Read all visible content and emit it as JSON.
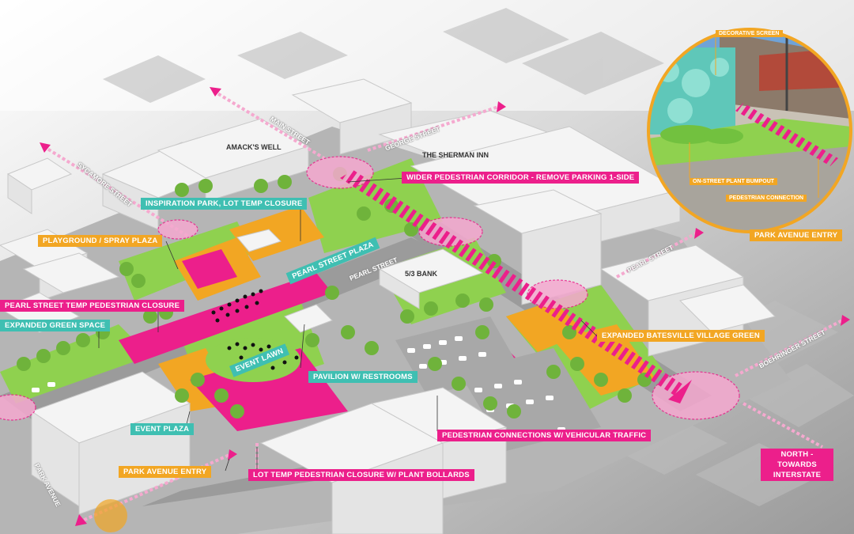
{
  "buildings": {
    "amacks_well": "AMACK'S WELL",
    "sherman_inn": "THE SHERMAN INN",
    "bank": "5/3 BANK"
  },
  "streets": {
    "main": "MAIN STREET",
    "george": "GEORGE STREET",
    "sycamore": "SYCAMORE STREET",
    "pearl_east": "PEARL STREET",
    "pearl_west": "PEARL STREET",
    "boehringer": "BOEHRINGER STREET",
    "park_avenue": "PARK AVENUE"
  },
  "callouts": {
    "wider_corridor": "WIDER PEDESTRIAN CORRIDOR - REMOVE PARKING 1-SIDE",
    "inspiration_park": "INSPIRATION PARK, LOT TEMP CLOSURE",
    "playground": "PLAYGROUND / SPRAY PLAZA",
    "pearl_plaza": "PEARL STREET PLAZA",
    "pearl_closure": "PEARL STREET TEMP PEDESTRIAN CLOSURE",
    "green_space": "EXPANDED GREEN SPACE",
    "event_lawn": "EVENT LAWN",
    "pavilion": "PAVILION W/ RESTROOMS",
    "village_green": "EXPANDED BATESVILLE VILLAGE GREEN",
    "event_plaza": "EVENT PLAZA",
    "park_entry": "PARK AVENUE ENTRY",
    "lot_closure": "LOT TEMP PEDESTRIAN CLOSURE W/ PLANT BOLLARDS",
    "ped_connections": "PEDESTRIAN CONNECTIONS W/ VEHICULAR TRAFFIC",
    "north": "NORTH - TOWARDS INTERSTATE"
  },
  "inset": {
    "decorative_screen": "DECORATIVE SCREEN",
    "bumpout": "ON-STREET PLANT BUMPOUT",
    "ped_connection": "PEDESTRIAN CONNECTION",
    "title": "PARK AVENUE ENTRY"
  },
  "colors": {
    "magenta": "#ec1f8b",
    "orange": "#f2a623",
    "teal": "#3fbfb2",
    "green": "#8fd14f",
    "pink_light": "#f5a9cf"
  }
}
